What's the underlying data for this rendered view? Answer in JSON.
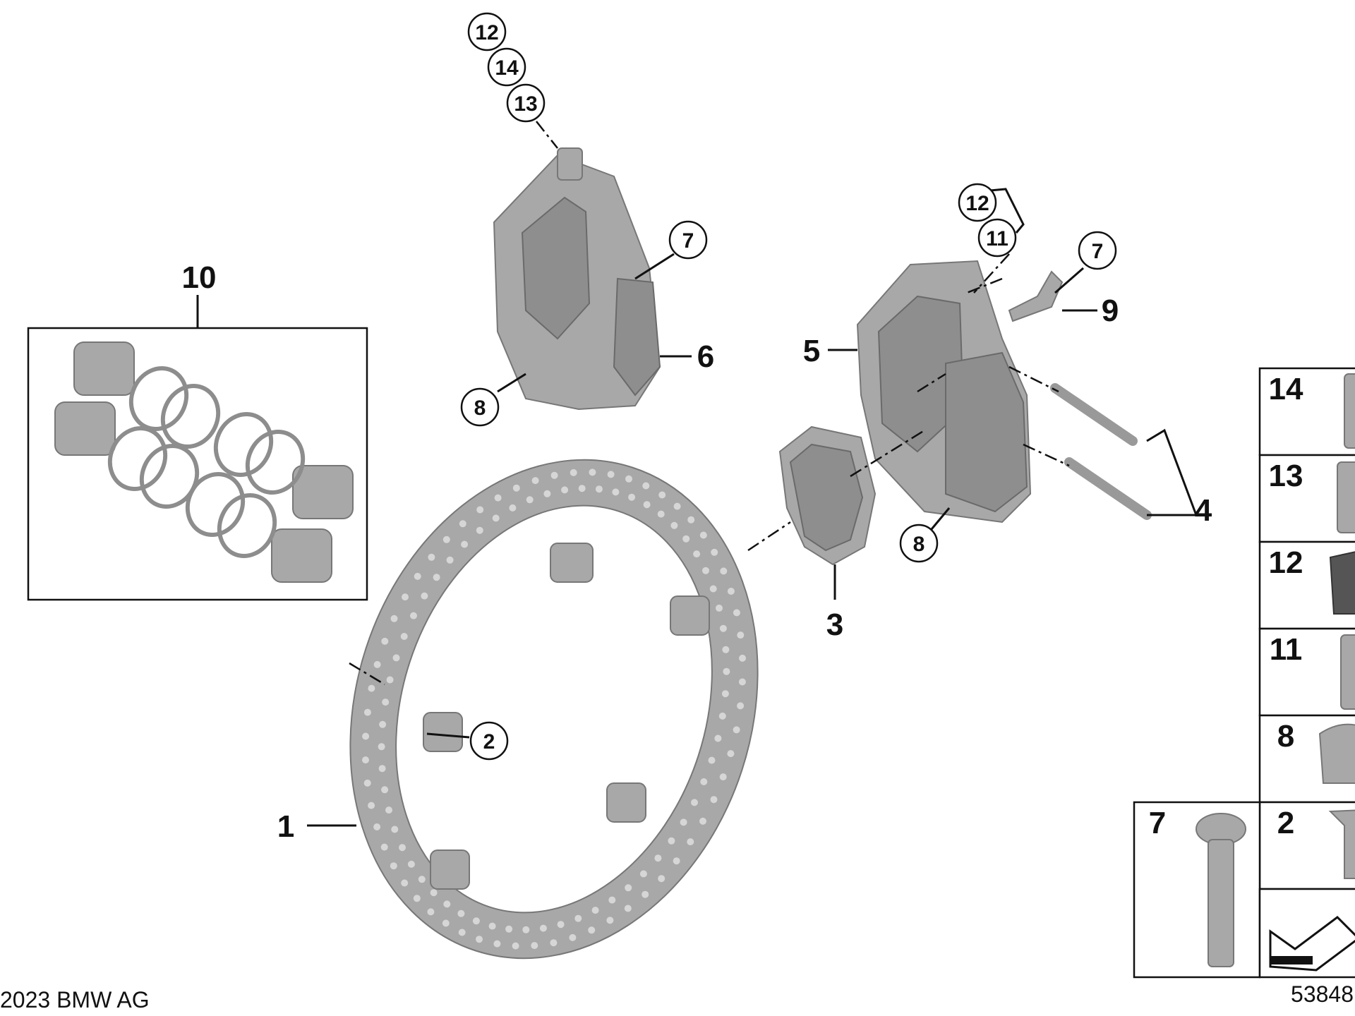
{
  "diagram": {
    "callouts": {
      "c1": "1",
      "c2": "2",
      "c3": "3",
      "c4": "4",
      "c5": "5",
      "c6": "6",
      "c7a": "7",
      "c7b": "7",
      "c8a": "8",
      "c8b": "8",
      "c9": "9",
      "c10": "10",
      "c11": "11",
      "c12a": "12",
      "c12b": "12",
      "c13": "13",
      "c14": "14"
    },
    "legend": {
      "r14": "14",
      "r13": "13",
      "r12": "12",
      "r11": "11",
      "r8": "8",
      "r7": "7",
      "r2": "2"
    },
    "footer": {
      "copyright": "2023 BMW AG",
      "diagram_id": "53848"
    }
  }
}
